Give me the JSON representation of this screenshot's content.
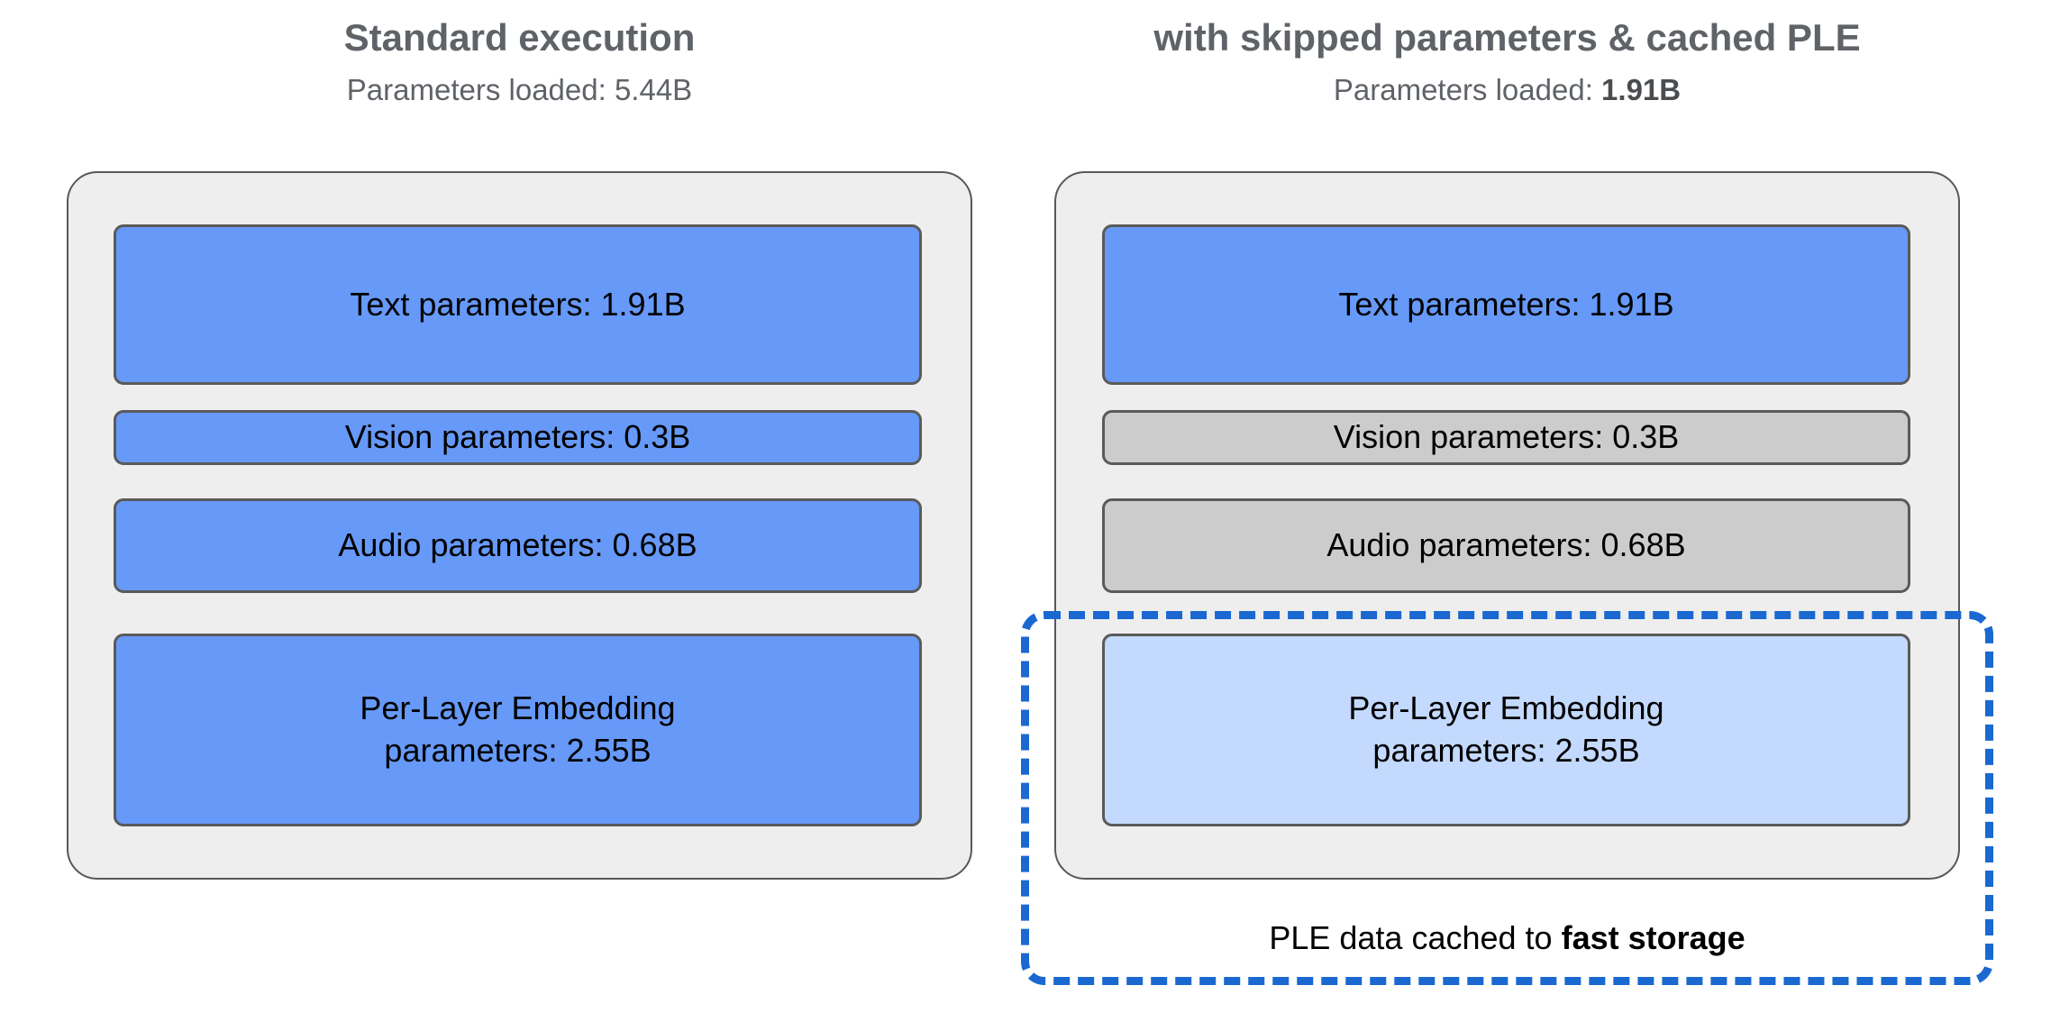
{
  "diagram": {
    "background_color": "#ffffff",
    "colors": {
      "loaded_block": "#6699f8",
      "skipped_block": "#cccccc",
      "cached_block": "#c3d9fd",
      "cache_outline": "#1a68d0",
      "panel_fill": "#eeeeee",
      "heading_text": "#5f6368"
    }
  },
  "left": {
    "title": "Standard execution",
    "subtitle_prefix": "Parameters loaded: ",
    "subtitle_value": "5.44B",
    "blocks": [
      {
        "label": "Text parameters: 1.91B",
        "state": "loaded"
      },
      {
        "label": "Vision parameters: 0.3B",
        "state": "loaded"
      },
      {
        "label": "Audio parameters: 0.68B",
        "state": "loaded"
      },
      {
        "label": "Per-Layer Embedding\nparameters: 2.55B",
        "line1": "Per-Layer Embedding",
        "line2": "parameters: 2.55B",
        "state": "loaded"
      }
    ]
  },
  "right": {
    "title": "with skipped parameters & cached PLE",
    "subtitle_prefix": "Parameters loaded: ",
    "subtitle_value": "1.91B",
    "blocks": [
      {
        "label": "Text parameters: 1.91B",
        "state": "loaded"
      },
      {
        "label": "Vision parameters: 0.3B",
        "state": "skipped"
      },
      {
        "label": "Audio parameters: 0.68B",
        "state": "skipped"
      },
      {
        "label": "Per-Layer Embedding\nparameters: 2.55B",
        "line1": "Per-Layer Embedding",
        "line2": "parameters: 2.55B",
        "state": "cached"
      }
    ],
    "cache_caption_prefix": "PLE data cached to ",
    "cache_caption_emphasis": "fast storage"
  }
}
